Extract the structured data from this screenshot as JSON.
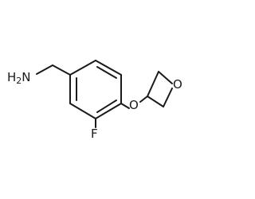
{
  "molecule": {
    "atoms": {
      "amine": {
        "text": "H",
        "sub": "2",
        "text2": "N"
      },
      "fluorine": {
        "text": "F"
      },
      "ether_oxygen": {
        "text": "O"
      },
      "oxetane_oxygen": {
        "text": "O"
      }
    }
  }
}
